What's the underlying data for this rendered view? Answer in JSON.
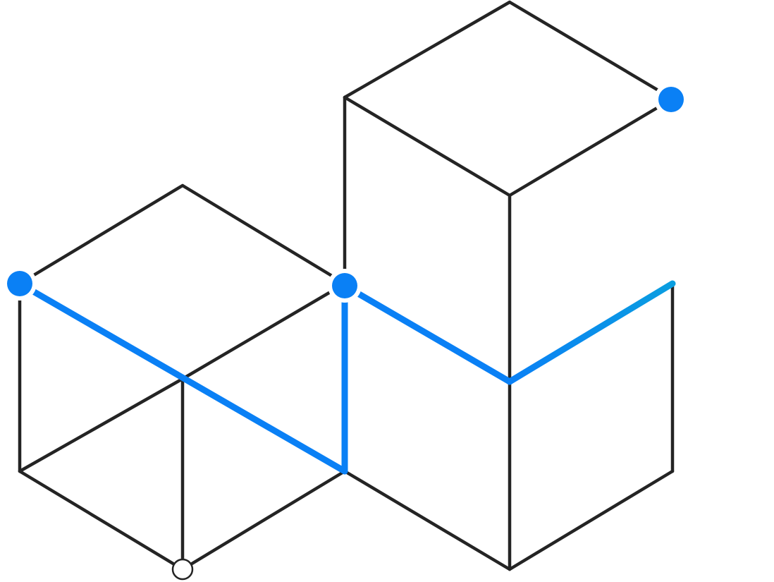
{
  "diagram": {
    "kind": "isometric-cube-grid",
    "colors": {
      "edge": "#242424",
      "path_primary": "#0a80f5",
      "path_secondary": "#0aa8cc",
      "node": "#0a80f5",
      "hollow_node": "#ffffff"
    },
    "cubes": [
      {
        "name": "cube-left-bottom"
      },
      {
        "name": "cube-right-bottom"
      },
      {
        "name": "cube-right-top"
      }
    ],
    "path": {
      "description_none": "",
      "segment_count": 5,
      "highlighted_node_count": 3,
      "hollow_node_count": 1
    }
  }
}
